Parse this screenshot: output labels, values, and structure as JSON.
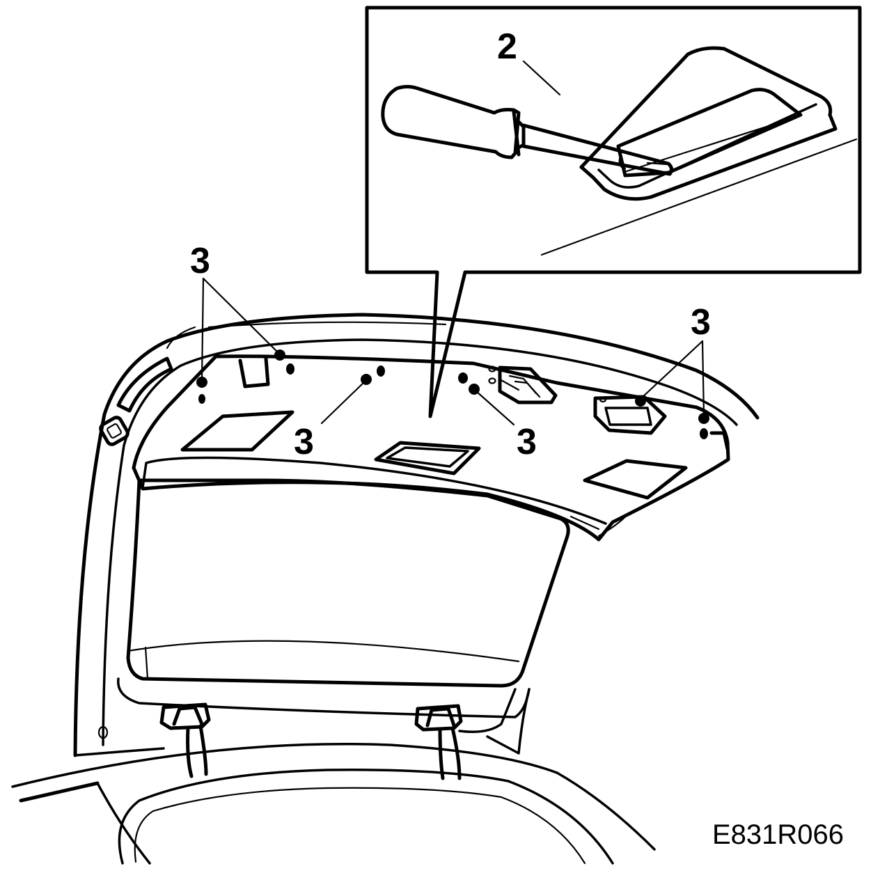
{
  "callouts": {
    "tool": "2",
    "fastener_left": "3",
    "fastener_center_left": "3",
    "fastener_center_right": "3",
    "fastener_right": "3"
  },
  "figure_code": "E831R066",
  "colors": {
    "line": "#000000",
    "background": "#ffffff"
  }
}
